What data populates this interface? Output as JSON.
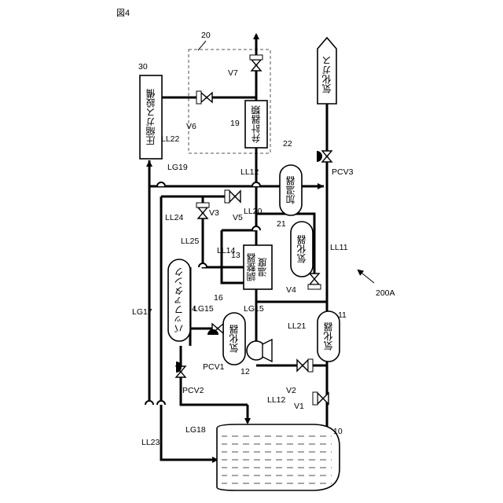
{
  "figure_title": "図4",
  "system_id": "200A",
  "equipment": {
    "compressed_gas": {
      "number": "30",
      "label": "圧縮ガス設備"
    },
    "meters_group": {
      "number": "20"
    },
    "meters": {
      "number": "19",
      "label": "弁計器類"
    },
    "heater": {
      "number": "22",
      "label": "加温器"
    },
    "vaporizer_21": {
      "number": "21",
      "label": "気化器"
    },
    "vaporizer_11": {
      "number": "11",
      "label": "気化器"
    },
    "vaporizer_16": {
      "number": "16",
      "label": "気化器"
    },
    "temp_regulator": {
      "number": "13",
      "label_1": "温度",
      "label_2": "調整器"
    },
    "buffer_tank": {
      "number": "4",
      "label": "バッファタンク"
    },
    "pump": {
      "number": "12"
    },
    "tank": {
      "number": "10"
    },
    "output": {
      "label": "気化ガス"
    }
  },
  "valves": {
    "v1": "V1",
    "v2": "V2",
    "v3": "V3",
    "v4": "V4",
    "v5": "V5",
    "v6": "V6",
    "v7": "V7",
    "pcv1": "PCV1",
    "pcv2": "PCV2",
    "pcv3": "PCV3"
  },
  "lines": {
    "ll11": "LL11",
    "ll12a": "LL12",
    "ll12b": "LL12",
    "ll14": "LL14",
    "ll20": "LL20",
    "ll21": "LL21",
    "ll22": "LL22",
    "ll23": "LL23",
    "ll24": "LL24",
    "ll25": "LL25",
    "lg15a": "LG15",
    "lg15b": "LG15",
    "lg17": "LG17",
    "lg18": "LG18",
    "lg19": "LG19"
  }
}
